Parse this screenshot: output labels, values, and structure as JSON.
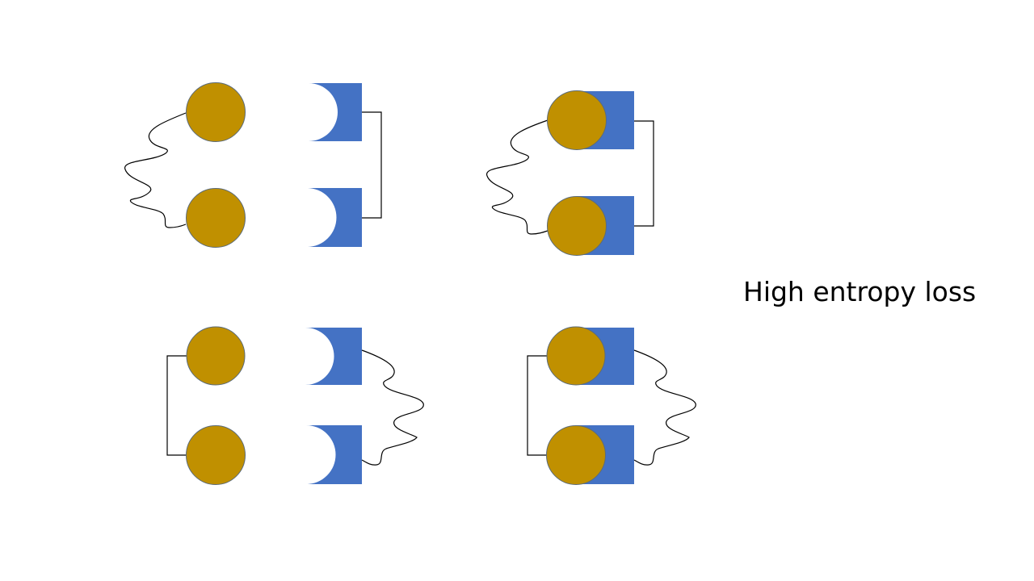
{
  "caption": "High entropy loss",
  "colors": {
    "ligand": "#C09000",
    "receptor": "#4472C4",
    "outline": "#5B6B7A",
    "linker": "#000000",
    "background": "#FFFFFF"
  },
  "panels": [
    {
      "id": "top-left",
      "ligands_linker": "flexible",
      "receptors_linker": "rigid",
      "bound": false
    },
    {
      "id": "top-right",
      "ligands_linker": "flexible",
      "receptors_linker": "rigid",
      "bound": true
    },
    {
      "id": "bottom-left",
      "ligands_linker": "rigid",
      "receptors_linker": "flexible",
      "bound": false
    },
    {
      "id": "bottom-right",
      "ligands_linker": "rigid",
      "receptors_linker": "flexible",
      "bound": true
    }
  ]
}
